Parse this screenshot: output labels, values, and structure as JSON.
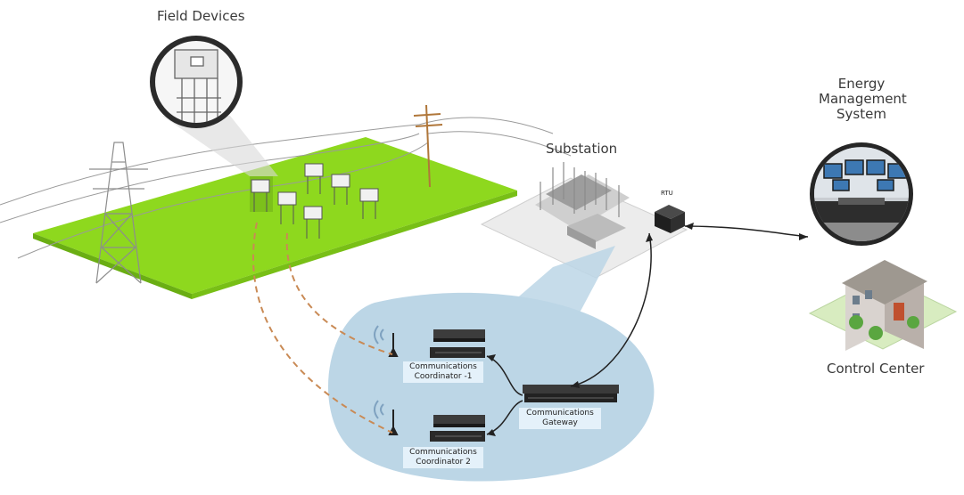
{
  "labels": {
    "field_devices": "Field Devices",
    "substation": "Substation",
    "rtu": "RTU",
    "ems_line1": "Energy",
    "ems_line2": "Management",
    "ems_line3": "System",
    "control_center": "Control Center",
    "coord1_line1": "Communications",
    "coord1_line2": "Coordinator -1",
    "coord2_line1": "Communications",
    "coord2_line2": "Coordinator 2",
    "gateway_line1": "Communications",
    "gateway_line2": "Gateway"
  },
  "colors": {
    "field_green": "#8ed81e",
    "bubble_blue": "#bcd6e6",
    "link_orange": "#c98a55",
    "link_dark": "#222222",
    "device_dark": "#2a2a2a"
  }
}
